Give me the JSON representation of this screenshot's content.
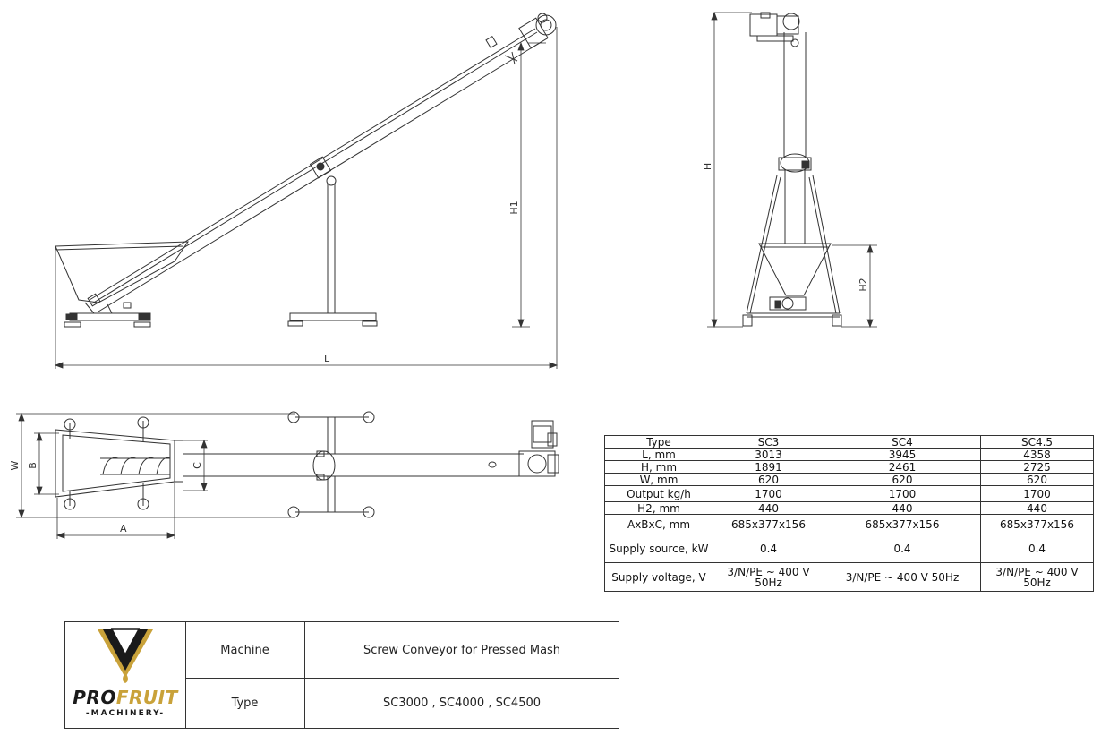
{
  "dimensions": {
    "side_view": {
      "L": "L",
      "H1": "H1"
    },
    "front_view": {
      "H": "H",
      "H2": "H2"
    },
    "top_view": {
      "W": "W",
      "B": "B",
      "C": "C",
      "A": "A"
    }
  },
  "spec_table": {
    "headers": [
      "Type",
      "SC3",
      "SC4",
      "SC4.5"
    ],
    "rows": [
      [
        "L, mm",
        "3013",
        "3945",
        "4358"
      ],
      [
        "H, mm",
        "1891",
        "2461",
        "2725"
      ],
      [
        "W, mm",
        "620",
        "620",
        "620"
      ],
      [
        "Output kg/h",
        "1700",
        "1700",
        "1700"
      ],
      [
        "H2, mm",
        "440",
        "440",
        "440"
      ],
      [
        "AxBxC, mm",
        "685x377x156",
        "685x377x156",
        "685x377x156"
      ],
      [
        "Supply source, kW",
        "0.4",
        "0.4",
        "0.4"
      ],
      [
        "Supply voltage, V",
        "3/N/PE ~ 400 V 50Hz",
        "3/N/PE ~ 400 V 50Hz",
        "3/N/PE ~ 400 V 50Hz"
      ]
    ]
  },
  "title_block": {
    "brand_pro": "PRO",
    "brand_fruit": "FRUIT",
    "brand_sub": "-MACHINERY-",
    "machine_label": "Machine",
    "machine_value": "Screw Conveyor for Pressed Mash",
    "type_label": "Type",
    "type_value": "SC3000 , SC4000 , SC4500"
  },
  "colors": {
    "line": "#333333",
    "brand_gold": "#c9a23a",
    "brand_dark": "#1a1a1a"
  }
}
